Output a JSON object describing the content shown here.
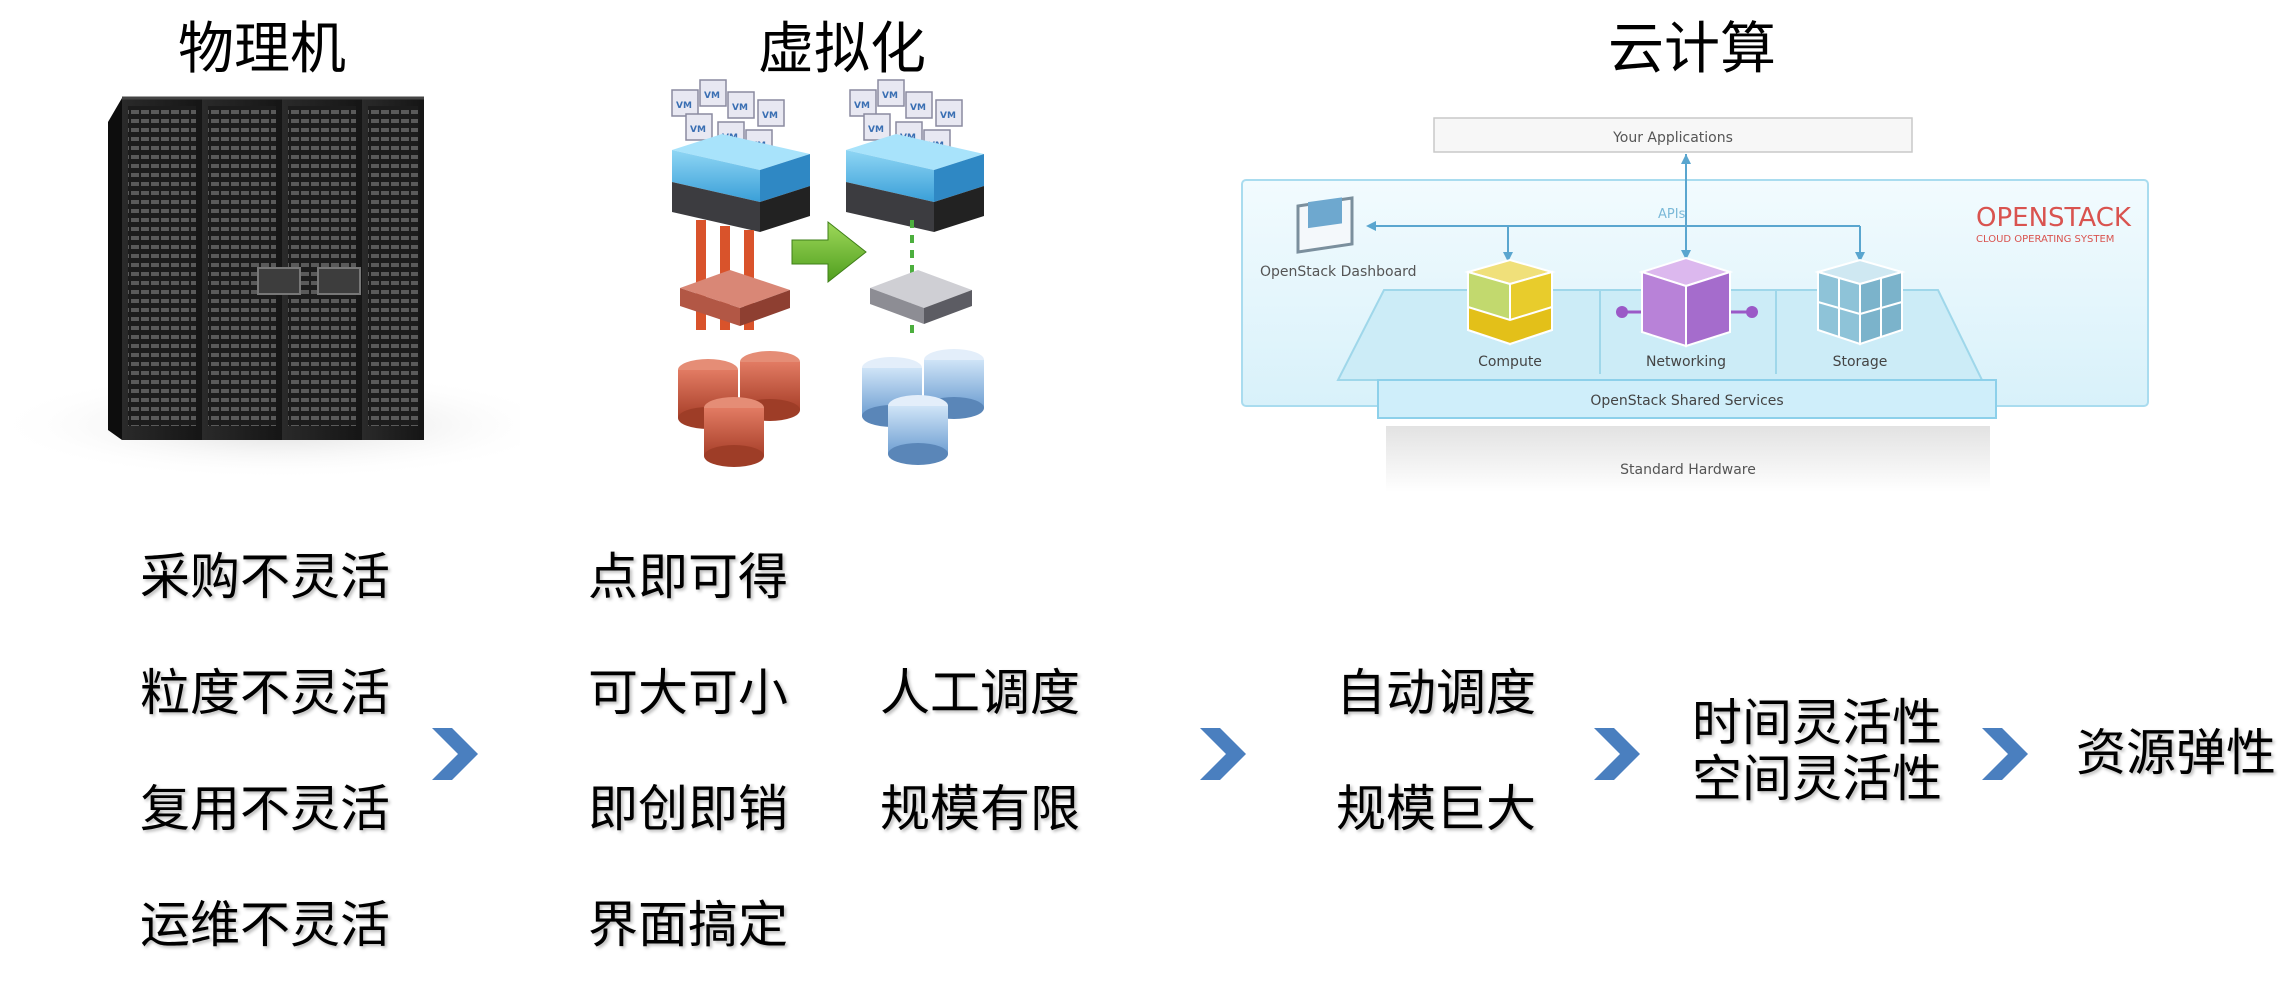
{
  "headings": {
    "physical": "物理机",
    "virtual": "虚拟化",
    "cloud": "云计算"
  },
  "physical_items": [
    "采购不灵活",
    "粒度不灵活",
    "复用不灵活",
    "运维不灵活"
  ],
  "virtual_items": [
    "点即可得",
    "可大可小",
    "即创即销",
    "界面搞定"
  ],
  "virtual_sched": [
    "人工调度",
    "规模有限"
  ],
  "cloud_sched": [
    "自动调度",
    "规模巨大"
  ],
  "flex": [
    "时间灵活性",
    "空间灵活性"
  ],
  "result": "资源弹性",
  "vm_label": "VM",
  "openstack": {
    "your_apps": "Your Applications",
    "apis": "APIs",
    "brand": "OPENSTACK",
    "brand_sub": "CLOUD OPERATING SYSTEM",
    "dashboard": "OpenStack Dashboard",
    "compute": "Compute",
    "networking": "Networking",
    "storage": "Storage",
    "shared": "OpenStack Shared Services",
    "hardware": "Standard Hardware"
  },
  "colors": {
    "chevron": "#4a7fbf",
    "compute": "#e8cc2c",
    "networking": "#b882d8",
    "storage": "#8ec3d8",
    "openstack_red": "#d9534f",
    "vm_red": "#c9573a",
    "disk_blue": "#8fb8e2"
  }
}
